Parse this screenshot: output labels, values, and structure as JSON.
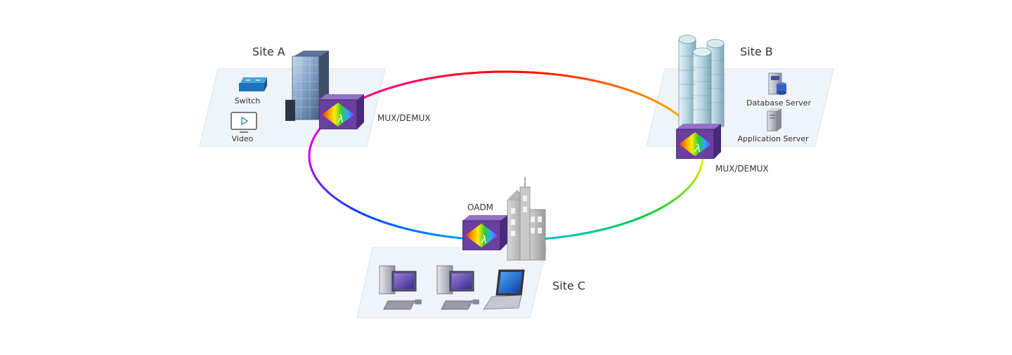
{
  "sites": {
    "a": {
      "name": "Site A",
      "devices": [
        "Switch",
        "Video"
      ],
      "equipment_label": "MUX/DEMUX"
    },
    "b": {
      "name": "Site B",
      "devices": [
        "Database Server",
        "Application Server"
      ],
      "equipment_label": "MUX/DEMUX"
    },
    "c": {
      "name": "Site C",
      "equipment_label": "OADM"
    }
  },
  "symbols": {
    "wavelength": "λ"
  },
  "icons": {
    "mux": "wavelength-mux-icon",
    "building_a": "office-tower-icon",
    "building_b": "skyscraper-cluster-icon",
    "building_c": "city-buildings-icon",
    "switch": "network-switch-icon",
    "video": "video-monitor-icon",
    "database": "database-server-icon",
    "app_server": "application-server-icon",
    "desktop": "desktop-computer-icon",
    "laptop": "laptop-icon"
  },
  "colors": {
    "ring": [
      "#ff0000",
      "#ff8800",
      "#ffee00",
      "#00cc44",
      "#00bbff",
      "#0044ff",
      "#cc00ff",
      "#ff0088"
    ],
    "panel": "#eef4f8",
    "mux_box": "#6b3fa0"
  }
}
